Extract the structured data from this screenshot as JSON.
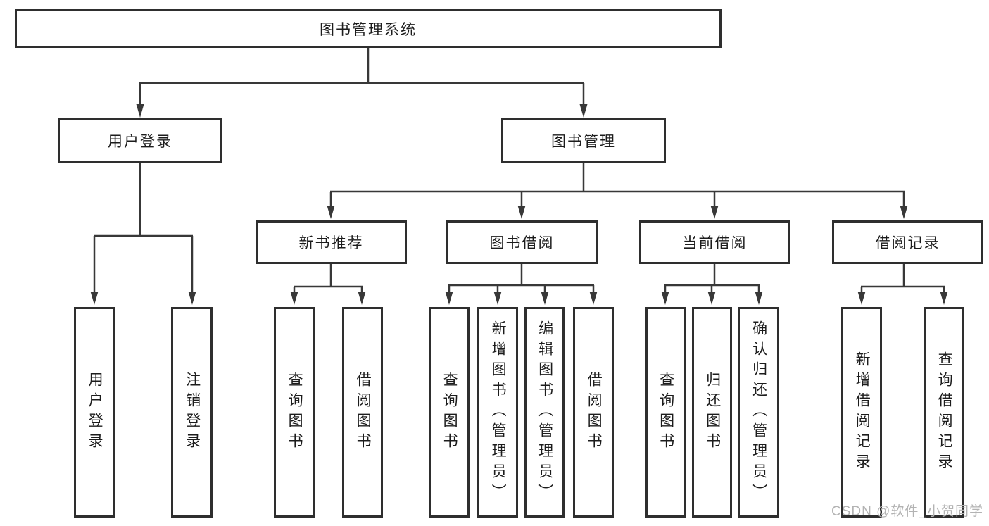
{
  "tree": {
    "root": {
      "label": "图书管理系统"
    },
    "level2": {
      "user_login": {
        "label": "用户登录"
      },
      "book_mgmt": {
        "label": "图书管理"
      }
    },
    "level3": {
      "new_book_recommend": {
        "label": "新书推荐"
      },
      "book_borrowing": {
        "label": "图书借阅"
      },
      "current_borrowing": {
        "label": "当前借阅"
      },
      "borrowing_records": {
        "label": "借阅记录"
      }
    },
    "leaves": {
      "user_login": "用户登录",
      "logout": "注销登录",
      "rec_query": "查询图书",
      "rec_borrow": "借阅图书",
      "bor_query": "查询图书",
      "bor_add": "新增图书（管理员）",
      "bor_edit": "编辑图书（管理员）",
      "bor_borrow": "借阅图书",
      "cur_query": "查询图书",
      "cur_return": "归还图书",
      "cur_confirm": "确认归还（管理员）",
      "log_add": "新增借阅记录",
      "log_query": "查询借阅记录"
    }
  },
  "watermark": {
    "text": "CSDN @软件_小贺同学"
  },
  "colors": {
    "line": "#383838",
    "box_border": "#2e2e2e",
    "text": "#1c1c1c",
    "watermark": "#b3b3b3",
    "background": "#ffffff"
  }
}
